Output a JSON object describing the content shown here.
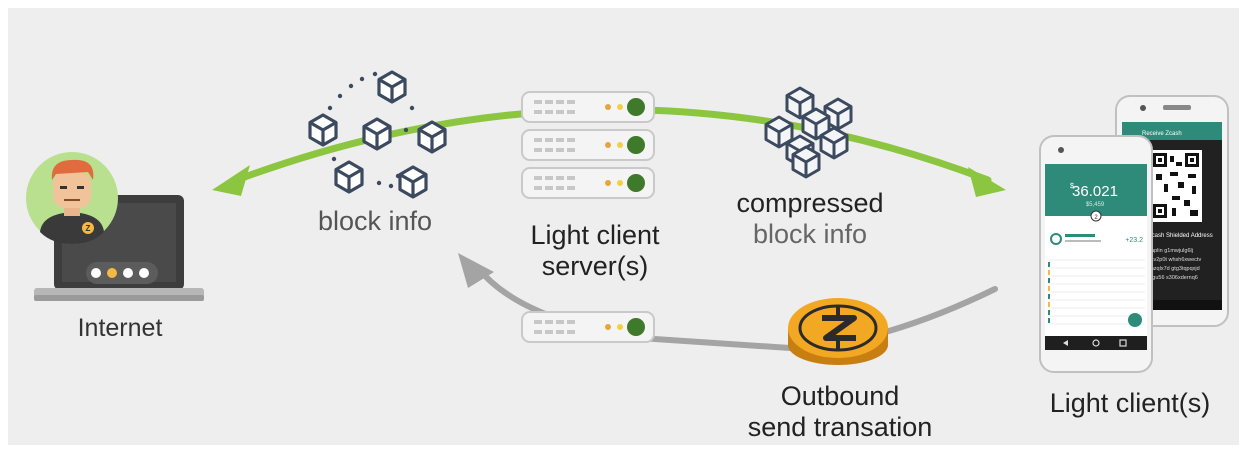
{
  "labels": {
    "internet": "Internet",
    "block_info": "block info",
    "server_line1": "Light client",
    "server_line2": "server(s)",
    "compressed_line1": "compressed",
    "compressed_line2": "block info",
    "outbound_line1": "Outbound",
    "outbound_line2": "send transation",
    "light_clients": "Light client(s)"
  },
  "phone_front": {
    "balance": "36.021",
    "currency_symbol": "$",
    "sub_balance": "$5,459",
    "amount": "+23.2"
  },
  "phone_back": {
    "title": "Receive Zcash",
    "address_heading": "Zcash Shielded Address",
    "address_lines": [
      "uaplin  g1mwjulg6lj",
      "xkv2p0t  whsh6xwectv",
      "khzqlx7d  gtg3tqpqxjd",
      "iggu56  s306xdernq6"
    ]
  },
  "colors": {
    "green_arrow": "#8cc640",
    "gray_arrow": "#a4a4a4",
    "teal": "#2e8b79",
    "server_led_green": "#3e7a2a",
    "server_led_yellow": "#f4b942",
    "cube_stroke": "#3b4a5e",
    "coin": "#f3a823"
  },
  "icons": {
    "laptop": "laptop-icon",
    "avatar": "person-avatar-icon",
    "server": "server-stack-icon",
    "cubes": "block-cube-icon",
    "coin": "zcash-coin-icon",
    "phones": "smartphone-icon"
  }
}
